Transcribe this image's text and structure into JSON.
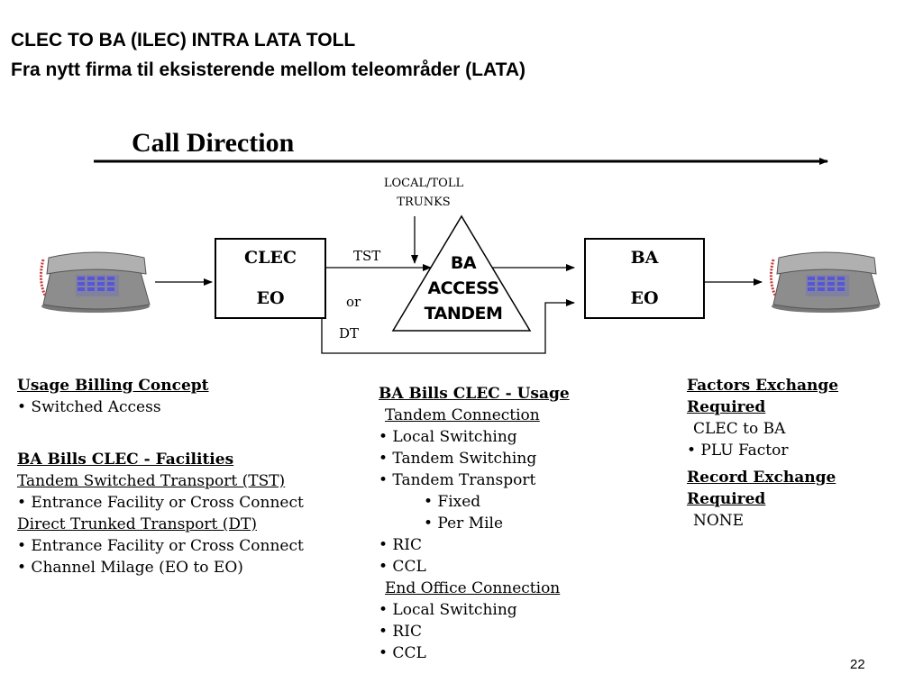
{
  "slide": {
    "title_line1": "CLEC TO BA (ILEC) INTRA LATA TOLL",
    "title_line2": "Fra nytt firma til eksisterende mellom teleområder (LATA)",
    "page_number": "22"
  },
  "diagram": {
    "call_direction": "Call Direction",
    "trunks_label_line1": "LOCAL/TOLL",
    "trunks_label_line2": "TRUNKS",
    "tst_label": "TST",
    "or_label": "or",
    "dt_label": "DT",
    "clec_box": {
      "line1": "CLEC",
      "line2": "EO"
    },
    "ba_box": {
      "line1": "BA",
      "line2": "EO"
    },
    "tandem": {
      "line1": "BA",
      "line2": "ACCESS",
      "line3": "TANDEM"
    }
  },
  "left_column": {
    "usage_heading": "Usage Billing Concept",
    "usage_item": "• Switched Access",
    "facilities_heading": "BA Bills CLEC - Facilities",
    "tst_subheading": "Tandem Switched Transport (TST)",
    "tst_item": "• Entrance Facility or Cross Connect",
    "dt_subheading": "Direct Trunked Transport (DT)",
    "dt_item1": "• Entrance Facility or Cross Connect",
    "dt_item2": "• Channel Milage (EO to EO)"
  },
  "middle_column": {
    "heading": "BA Bills CLEC - Usage",
    "tandem_subheading": "Tandem Connection",
    "tandem_items": [
      "• Local Switching",
      "• Tandem Switching",
      "• Tandem Transport"
    ],
    "transport_subitems": [
      "• Fixed",
      "• Per Mile"
    ],
    "tandem_items_after": [
      "• RIC",
      "• CCL"
    ],
    "eo_subheading": "End Office Connection",
    "eo_items": [
      "• Local Switching",
      "• RIC",
      "• CCL"
    ]
  },
  "right_column": {
    "factors_heading_line1": "Factors Exchange",
    "factors_heading_line2": "Required",
    "factors_item1": "CLEC to BA",
    "factors_item2": "• PLU Factor",
    "record_heading_line1": "Record Exchange",
    "record_heading_line2": "Required",
    "record_item": "NONE"
  }
}
